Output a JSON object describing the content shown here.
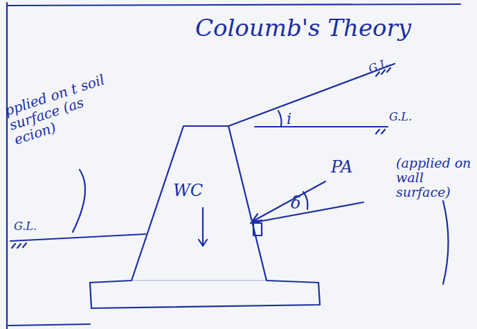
{
  "diagram": {
    "title": "Coloumb's Theory",
    "labels": [
      "G.L.",
      "i",
      "G.L.",
      "PA",
      "δ",
      "(applied on wall surface)",
      "WC",
      "G.L.",
      "pplied on t soil surface (as ecion)"
    ]
  }
}
